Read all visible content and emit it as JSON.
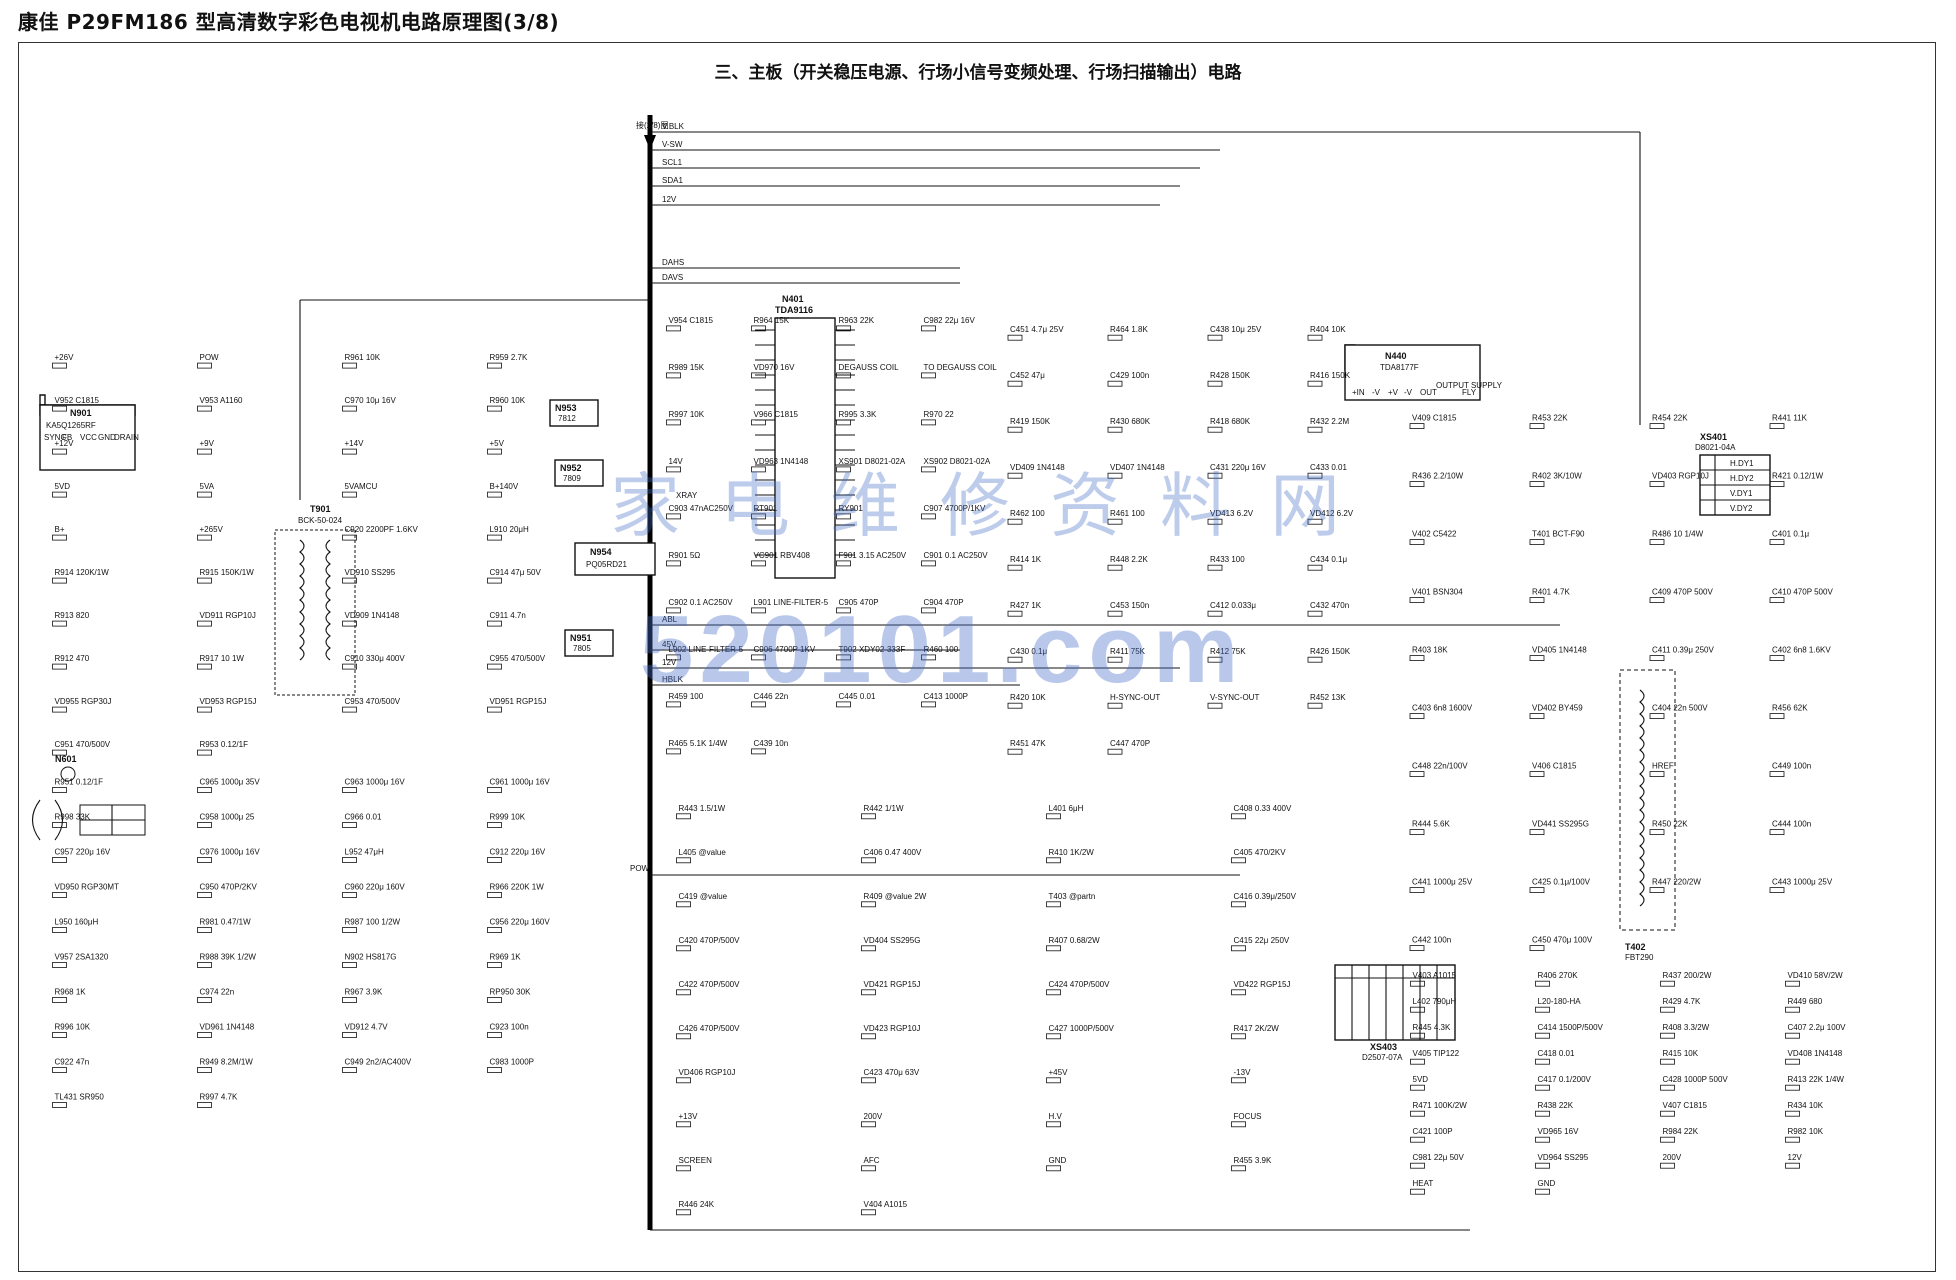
{
  "document": {
    "title": "康佳 P29FM186 型高清数字彩色电视机电路原理图(3/8)",
    "subtitle": "三、主板（开关稳压电源、行场小信号变频处理、行场扫描输出）电路",
    "bus_ref": "接(2/8)图"
  },
  "watermark": {
    "chinese": "家电维修资料网",
    "domain": "520101.com"
  },
  "bus_signals": [
    "V.BLK",
    "V-SW",
    "SCL1",
    "SDA1",
    "12V",
    "DAHS",
    "DAVS",
    "XRAY",
    "ABL",
    "45V",
    "12V",
    "HBLK",
    "POW"
  ],
  "chips": {
    "n901": {
      "ref": "N901",
      "part": "KA5Q1265RF",
      "pins": [
        "SYNC",
        "FB",
        "VCC",
        "GND",
        "DRAIN"
      ]
    },
    "n401": {
      "ref": "N401",
      "part": "TDA9116"
    },
    "n440": {
      "ref": "N440",
      "part": "TDA8177F",
      "pins": [
        "+IN",
        "-V",
        "+V",
        "-V",
        "OUT",
        "OUTPUT SUPPLY",
        "FLY"
      ]
    },
    "n953": {
      "ref": "N953",
      "part": "7812"
    },
    "n952": {
      "ref": "N952",
      "part": "7809"
    },
    "n954": {
      "ref": "N954",
      "part": "PQ05RD21"
    },
    "n951": {
      "ref": "N951",
      "part": "7805"
    },
    "t901": {
      "ref": "T901",
      "part": "BCK-50-024"
    },
    "t402": {
      "ref": "T402",
      "part": "FBT290"
    },
    "xs401": {
      "ref": "XS401",
      "part": "D8021-04A",
      "pins": [
        "H.DY1",
        "H.DY2",
        "V.DY1",
        "V.DY2"
      ]
    },
    "xs403": {
      "ref": "XS403",
      "part": "D2507-07A"
    },
    "n602": {
      "ref": "N601"
    }
  },
  "labels": [
    "+26V",
    "POW",
    "R961 10K",
    "R959 2.7K",
    "V952 C1815",
    "V953 A1160",
    "C970 10μ 16V",
    "R960 10K",
    "+12V",
    "+9V",
    "+14V",
    "+5V",
    "5VD",
    "5VA",
    "5VAMCU",
    "B+140V",
    "B+",
    "+265V",
    "C920 2200PF 1.6KV",
    "L910 20μH",
    "R914 120K/1W",
    "R915 150K/1W",
    "VD910 SS295",
    "C914 47μ 50V",
    "R913 820",
    "VD911 RGP10J",
    "VD909 1N4148",
    "C911 4.7n",
    "R912 470",
    "R917 10 1W",
    "C910 330μ 400V",
    "C955 470/500V",
    "VD955 RGP30J",
    "VD953 RGP15J",
    "C953 470/500V",
    "VD951 RGP15J",
    "C951 470/500V",
    "R953 0.12/1F",
    "R951 0.12/1F",
    "C965 1000μ 35V",
    "C963 1000μ 16V",
    "C961 1000μ 16V",
    "R998 33K",
    "C958 1000μ 25",
    "C966 0.01",
    "R999 10K",
    "C957 220μ 16V",
    "C976 1000μ 16V",
    "L952 47μH",
    "C912 220μ 16V",
    "VD950 RGP30MT",
    "C950 470P/2KV",
    "C960 220μ 160V",
    "R966 220K 1W",
    "L950 160μH",
    "R981 0.47/1W",
    "R987 100 1/2W",
    "C956 220μ 160V",
    "V957 2SA1320",
    "R988 39K 1/2W",
    "N902 HS817G",
    "R969 1K",
    "R968 1K",
    "C974 22n",
    "R967 3.9K",
    "RP950 30K",
    "R996 10K",
    "VD961 1N4148",
    "VD912 4.7V",
    "C923 100n",
    "C922 47n",
    "R949 8.2M/1W",
    "C949 2n2/AC400V",
    "C983 1000P",
    "TL431 SR950",
    "R997 4.7K",
    "V954 C1815",
    "R964 15K",
    "R963 22K",
    "C982 22μ 16V",
    "R989 15K",
    "VD970 16V",
    "DEGAUSS COIL",
    "TO DEGAUSS COIL",
    "R997 10K",
    "V966 C1815",
    "R995 3.3K",
    "R970 22",
    "14V",
    "VD963 1N4148",
    "XS901 D8021-02A",
    "XS902 D8021-02A",
    "C903 47nAC250V",
    "RT901",
    "RY901",
    "C907 4700P/1KV",
    "R901 5Ω",
    "VC901 RBV408",
    "F901 3.15 AC250V",
    "C901 0.1 AC250V",
    "C902 0.1 AC250V",
    "L901 LINE-FILTER-5",
    "C905 470P",
    "C904 470P",
    "L902 LINE-FILTER-5",
    "C906 4700P 1KV",
    "T902 XDY02-333F",
    "R460 100",
    "R459 100",
    "C446 22n",
    "C445 0.01",
    "C413 1000P",
    "R465 5.1K 1/4W",
    "C439 10n",
    "C451 4.7μ 25V",
    "R464 1.8K",
    "C438 10μ 25V",
    "R404 10K",
    "C452 47μ",
    "C429 100n",
    "R428 150K",
    "R416 150K",
    "R419 150K",
    "R430 680K",
    "R418 680K",
    "R432 2.2M",
    "VD409 1N4148",
    "VD407 1N4148",
    "C431 220μ 16V",
    "C433 0.01",
    "R462 100",
    "R461 100",
    "VD413 6.2V",
    "VD412 6.2V",
    "R414 1K",
    "R448 2.2K",
    "R433 100",
    "C434 0.1μ",
    "R427 1K",
    "C453 150n",
    "C412 0.033μ",
    "C432 470n",
    "C430 0.1μ",
    "R411 75K",
    "R412 75K",
    "R426 150K",
    "R420 10K",
    "H-SYNC-OUT",
    "V-SYNC-OUT",
    "R452 13K",
    "R451 47K",
    "C447 470P",
    "V409 C1815",
    "R453 22K",
    "R454 22K",
    "R441 11K",
    "R436 2.2/10W",
    "R402 3K/10W",
    "VD403 RGP10J",
    "R421 0.12/1W",
    "V402 C5422",
    "T401 BCT-F90",
    "R486 10 1/4W",
    "C401 0.1μ",
    "V401 BSN304",
    "R401 4.7K",
    "C409 470P 500V",
    "C410 470P 500V",
    "R403 18K",
    "VD405 1N4148",
    "C411 0.39μ 250V",
    "C402 6n8 1.6KV",
    "C403 6n8 1600V",
    "VD402 BY459",
    "C404 22n 500V",
    "R456 62K",
    "C448 22n/100V",
    "V406 C1815",
    "HREF",
    "C449 100n",
    "R444 5.6K",
    "VD441 SS295G",
    "R450 22K",
    "C444 100n",
    "C441 1000μ 25V",
    "C425 0.1μ/100V",
    "R447 220/2W",
    "C443 1000μ 25V",
    "C442 100n",
    "C450 470μ 100V",
    "R443 1.5/1W",
    "R442 1/1W",
    "L401 6μH",
    "C408 0.33 400V",
    "L405 @value",
    "C406 0.47 400V",
    "R410 1K/2W",
    "C405 470/2KV",
    "C419 @value",
    "R409 @value 2W",
    "T403 @partn",
    "C416 0.39μ/250V",
    "C420 470P/500V",
    "VD404 SS295G",
    "R407 0.68/2W",
    "C415 22μ 250V",
    "C422 470P/500V",
    "VD421 RGP15J",
    "C424 470P/500V",
    "VD422 RGP15J",
    "C426 470P/500V",
    "VD423 RGP10J",
    "C427 1000P/500V",
    "R417 2K/2W",
    "VD406 RGP10J",
    "C423 470μ 63V",
    "+45V",
    "-13V",
    "+13V",
    "200V",
    "H.V",
    "FOCUS",
    "SCREEN",
    "AFC",
    "GND",
    "R455 3.9K",
    "R446 24K",
    "V404 A1015",
    "V403 A1015",
    "R406 270K",
    "R437 200/2W",
    "VD410 58V/2W",
    "L402 790μH",
    "L20-180-HA",
    "R429 4.7K",
    "R449 680",
    "R445 4.3K",
    "C414 1500P/500V",
    "R408 3.3/2W",
    "C407 2.2μ 100V",
    "V405 TIP122",
    "C418 0.01",
    "R415 10K",
    "VD408 1N4148",
    "5VD",
    "C417 0.1/200V",
    "C428 1000P 500V",
    "R413 22K 1/4W",
    "R471 100K/2W",
    "R438 22K",
    "V407 C1815",
    "R434 10K",
    "C421 100P",
    "VD965 16V",
    "R984 22K",
    "R982 10K",
    "C981 22μ 50V",
    "VD964 SS295",
    "200V",
    "12V",
    "HEAT",
    "GND"
  ]
}
